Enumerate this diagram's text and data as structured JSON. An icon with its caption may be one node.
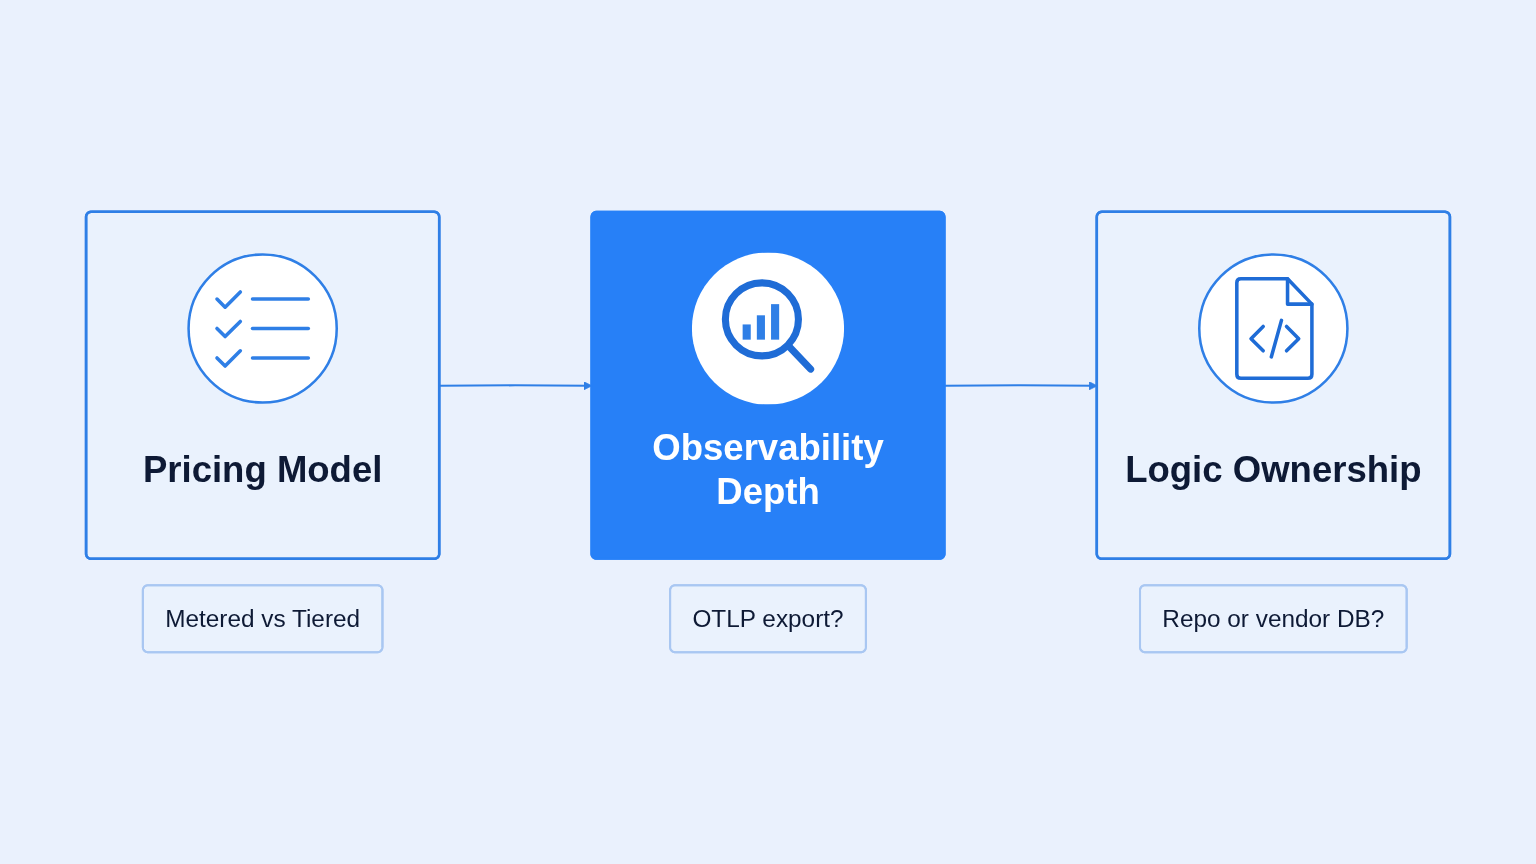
{
  "diagram": {
    "nodes": [
      {
        "text": [
          "Pricing Model"
        ]
      },
      {
        "text": [
          "Observability Depth"
        ]
      },
      {
        "text": [
          "Logic Ownership"
        ]
      },
      {
        "text": [
          "Metered vs Tiered"
        ]
      },
      {
        "text": [
          "OTLP export?"
        ]
      },
      {
        "text": [
          "Repo or vendor DB?"
        ]
      }
    ],
    "edges": [
      {
        "from": 0,
        "to": 1,
        "arrow": "to"
      },
      {
        "from": 1,
        "to": 2,
        "arrow": "to"
      }
    ]
  }
}
